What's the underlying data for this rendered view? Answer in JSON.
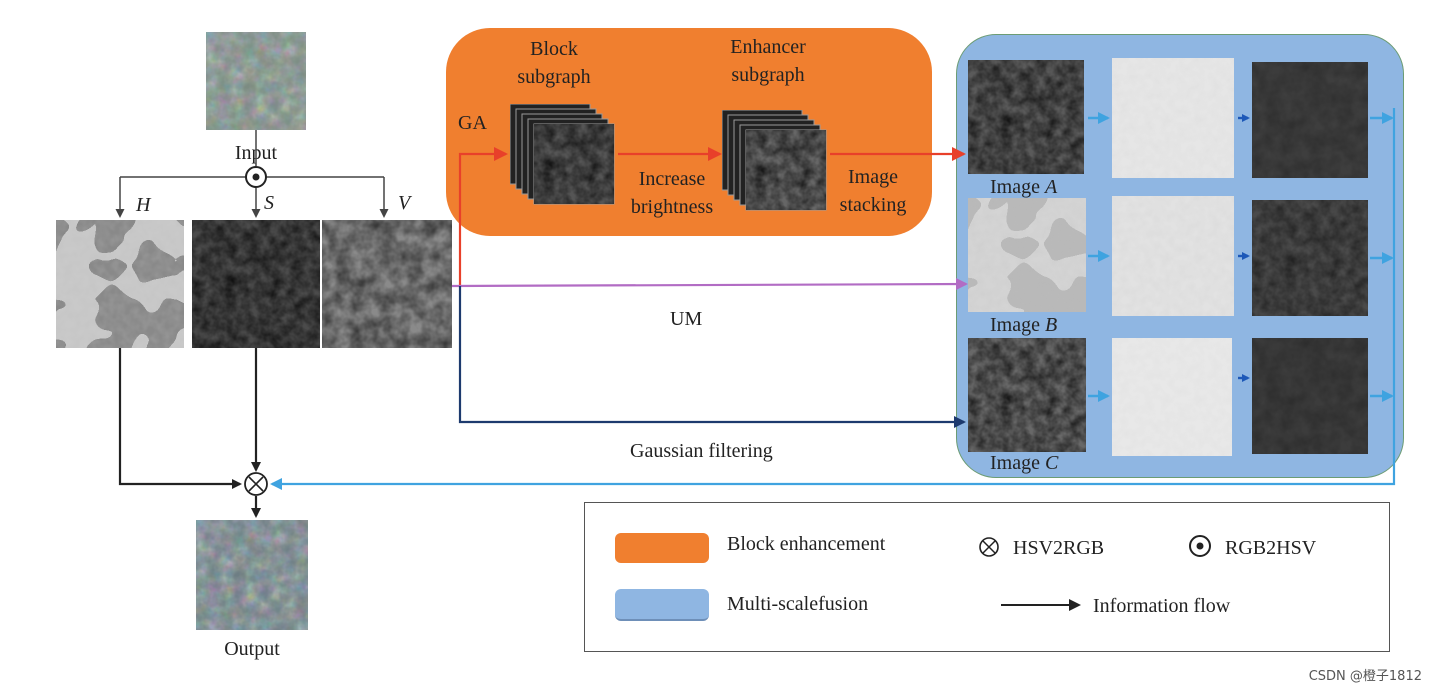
{
  "labels": {
    "input": "Input",
    "output": "Output",
    "h": "H",
    "s": "S",
    "v": "V",
    "ga": "GA",
    "block_subgraph_1": "Block",
    "block_subgraph_2": "subgraph",
    "enhancer_subgraph_1": "Enhancer",
    "enhancer_subgraph_2": "subgraph",
    "increase_1": "Increase",
    "increase_2": "brightness",
    "stacking_1": "Image",
    "stacking_2": "stacking",
    "um": "UM",
    "gaussian": "Gaussian filtering",
    "image_a_prefix": "Image ",
    "image_a": "A",
    "image_b_prefix": "Image ",
    "image_b": "B",
    "image_c_prefix": "Image ",
    "image_c": "C"
  },
  "legend": {
    "block_enhancement": "Block enhancement",
    "multi_scale": "Multi-scalefusion",
    "hsv2rgb": "HSV2RGB",
    "rgb2hsv": "RGB2HSV",
    "info_flow": "Information flow"
  },
  "watermark": "CSDN @橙子1812",
  "colors": {
    "orange": "#f07f2f",
    "blue_panel": "#8fb6e2",
    "ga_arrow": "#e8402a",
    "um_arrow": "#b26cc4",
    "gauss_arrow": "#1d3a6e",
    "fusion_arrow": "#3fa3e0"
  },
  "icons": {
    "hsv2rgb": "circle-times-icon",
    "rgb2hsv": "circle-dot-icon"
  }
}
